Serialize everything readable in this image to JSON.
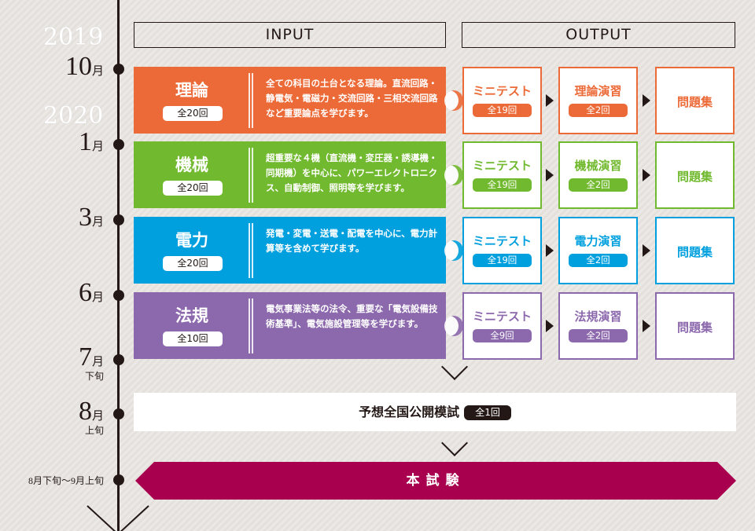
{
  "timeline": {
    "year_2019": "2019",
    "year_2020": "2020",
    "marks": [
      {
        "num": "10",
        "unit": "月",
        "sub": ""
      },
      {
        "num": "1",
        "unit": "月",
        "sub": ""
      },
      {
        "num": "3",
        "unit": "月",
        "sub": ""
      },
      {
        "num": "6",
        "unit": "月",
        "sub": ""
      },
      {
        "num": "7",
        "unit": "月",
        "sub": "下旬"
      },
      {
        "num": "8",
        "unit": "月",
        "sub": "上旬"
      }
    ],
    "final_mark": "8月下旬～9月上旬"
  },
  "headers": {
    "input": "INPUT",
    "output": "OUTPUT"
  },
  "subjects": [
    {
      "name": "理論",
      "count": "全20回",
      "desc": "全ての科目の土台となる理論。直流回路・静電気・電磁力・交流回路・三相交流回路など重要論点を学びます。",
      "color": "#ec6a37",
      "outputs": {
        "mini": "ミニテスト",
        "mini_count": "全19回",
        "practice": "理論演習",
        "practice_count": "全2回",
        "book": "問題集"
      }
    },
    {
      "name": "機械",
      "count": "全20回",
      "desc": "超重要な４機（直流機・変圧器・誘導機・同期機）を中心に、パワーエレクトロニクス、自動制御、照明等を学びます。",
      "color": "#71b92e",
      "outputs": {
        "mini": "ミニテスト",
        "mini_count": "全19回",
        "practice": "機械演習",
        "practice_count": "全2回",
        "book": "問題集"
      }
    },
    {
      "name": "電力",
      "count": "全20回",
      "desc": "発電・変電・送電・配電を中心に、電力計算等を含めて学びます。",
      "color": "#00a0df",
      "outputs": {
        "mini": "ミニテスト",
        "mini_count": "全19回",
        "practice": "電力演習",
        "practice_count": "全2回",
        "book": "問題集"
      }
    },
    {
      "name": "法規",
      "count": "全10回",
      "desc": "電気事業法等の法令、重要な「電気設備技術基準」、電気施設管理等を学びます。",
      "color": "#8c68ad",
      "outputs": {
        "mini": "ミニテスト",
        "mini_count": "全9回",
        "practice": "法規演習",
        "practice_count": "全2回",
        "book": "問題集"
      }
    }
  ],
  "mock_exam": {
    "label": "予想全国公開模試",
    "count": "全1回"
  },
  "final_exam": {
    "label": "本試験",
    "color": "#a8004e"
  }
}
